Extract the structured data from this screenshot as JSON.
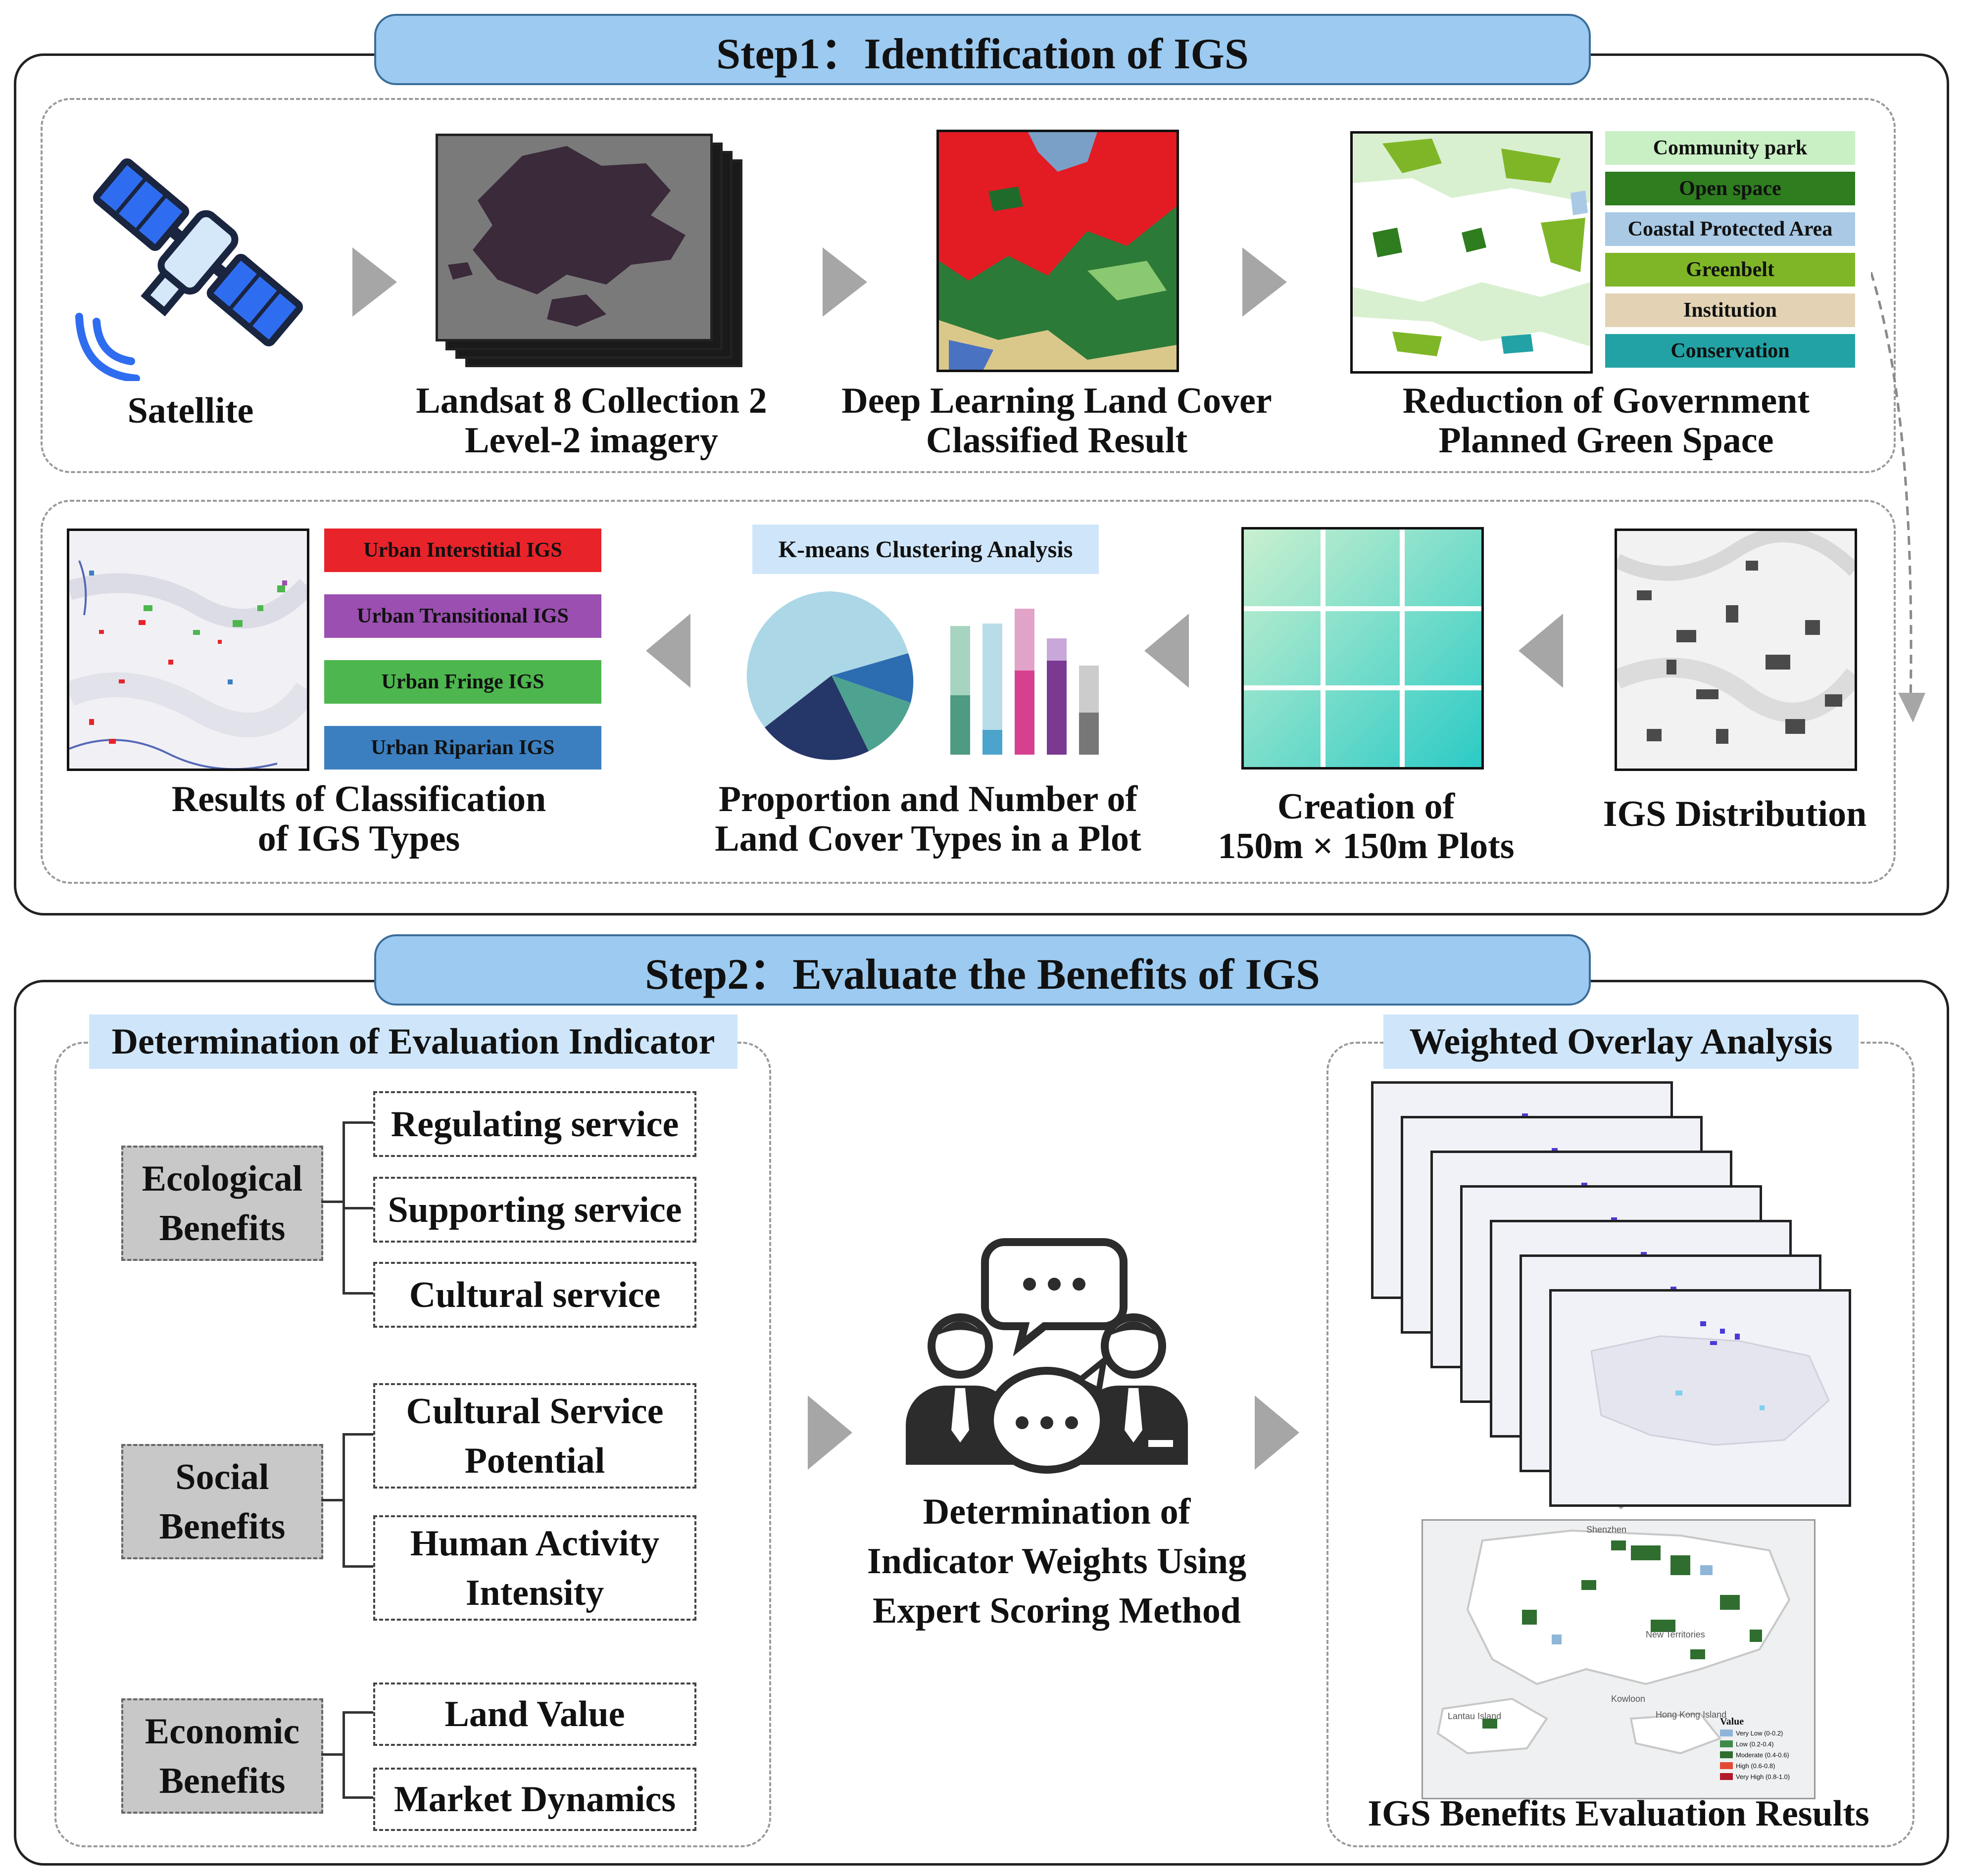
{
  "step1": {
    "title": "Step1：Identification of IGS",
    "satellite_label": "Satellite",
    "landsat_label": "Landsat 8 Collection 2\nLevel-2 imagery",
    "deeplearning_label": "Deep Learning Land Cover\nClassified Result",
    "reduction_label": "Reduction of Government\nPlanned Green Space",
    "planned_legend": [
      {
        "label": "Community park",
        "color": "#c9efc4"
      },
      {
        "label": "Open space",
        "color": "#2e7d1f"
      },
      {
        "label": "Coastal Protected Area",
        "color": "#a9c9e4"
      },
      {
        "label": "Greenbelt",
        "color": "#7fb628"
      },
      {
        "label": "Institution",
        "color": "#e3d3b4"
      },
      {
        "label": "Conservation",
        "color": "#22a2a4"
      }
    ],
    "igs_distribution_label": "IGS Distribution",
    "plots_label": "Creation of\n150m × 150m Plots",
    "kmeans_title": "K-means Clustering Analysis",
    "proportion_label": "Proportion and Number of\nLand Cover Types in a Plot",
    "results_label": "Results of Classification\nof IGS Types",
    "igs_types": [
      {
        "label": "Urban Interstitial IGS",
        "color": "#e8232a"
      },
      {
        "label": "Urban Transitional IGS",
        "color": "#9b4fb0"
      },
      {
        "label": "Urban Fringe IGS",
        "color": "#4db64e"
      },
      {
        "label": "Urban Riparian IGS",
        "color": "#3b7fc0"
      }
    ]
  },
  "step2": {
    "title": "Step2：Evaluate the Benefits of IGS",
    "indicator_title": "Determination of Evaluation Indicator",
    "categories": [
      {
        "label": "Ecological\nBenefits",
        "items": [
          "Regulating service",
          "Supporting service",
          "Cultural service"
        ]
      },
      {
        "label": "Social\nBenefits",
        "items": [
          "Cultural Service\nPotential",
          "Human Activity\nIntensity"
        ]
      },
      {
        "label": "Economic\nBenefits",
        "items": [
          "Land Value",
          "Market Dynamics"
        ]
      }
    ],
    "expert_label": "Determination of\nIndicator Weights Using\nExpert Scoring Method",
    "overlay_title": "Weighted Overlay Analysis",
    "results_label": "IGS Benefits Evaluation Results",
    "map_places": [
      "Shenzhen",
      "New Territories",
      "Kowloon",
      "Lantau Island",
      "Hong Kong Island"
    ],
    "map_legend_title": "Value",
    "map_legend": [
      {
        "label": "Very Low (0-0.2)",
        "color": "#8fb6d8"
      },
      {
        "label": "Low (0.2-0.4)",
        "color": "#3f8a4a"
      },
      {
        "label": "Moderate (0.4-0.6)",
        "color": "#2f6e2f"
      },
      {
        "label": "High (0.6-0.8)",
        "color": "#e34a33"
      },
      {
        "label": "Very High (0.8-1.0)",
        "color": "#b2182b"
      }
    ]
  }
}
